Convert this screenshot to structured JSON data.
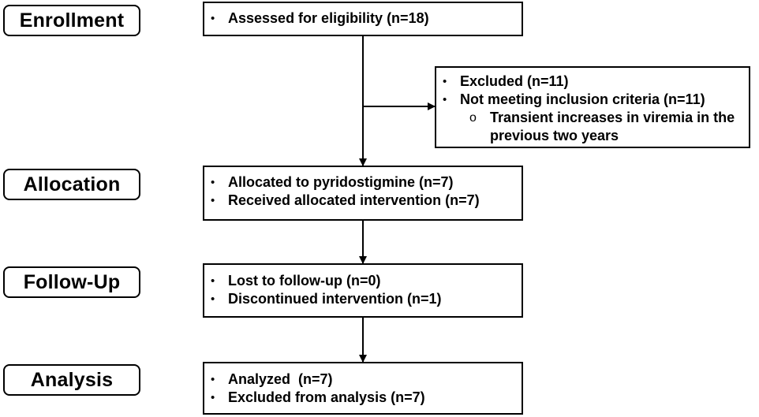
{
  "stages": {
    "enrollment": "Enrollment",
    "allocation": "Allocation",
    "follow_up": "Follow-Up",
    "analysis": "Analysis"
  },
  "enrollment_box": {
    "items": [
      "Assessed for eligibility (n=18)"
    ]
  },
  "excluded_box": {
    "items": [
      "Excluded (n=11)",
      "Not meeting inclusion criteria (n=11)"
    ],
    "sub_items": [
      "Transient increases in viremia in the previous two years"
    ]
  },
  "allocation_box": {
    "items": [
      "Allocated to pyridostigmine (n=7)",
      "Received allocated intervention (n=7)"
    ]
  },
  "follow_up_box": {
    "items": [
      "Lost to follow-up (n=0)",
      "Discontinued intervention (n=1)"
    ]
  },
  "analysis_box": {
    "items": [
      "Analyzed  (n=7)",
      "Excluded from analysis (n=7)"
    ]
  },
  "colors": {
    "line": "#000000",
    "background": "#ffffff"
  }
}
